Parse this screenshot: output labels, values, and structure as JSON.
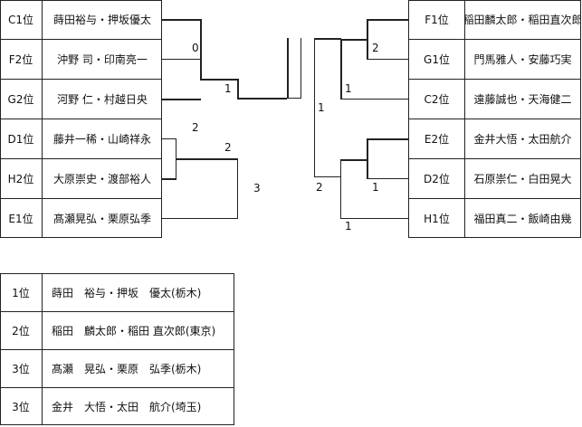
{
  "left_bracket": [
    {
      "seed": "C1位",
      "names": "蒔田裕与・押坂優太"
    },
    {
      "seed": "F2位",
      "names": "沖野 司・印南亮一"
    },
    {
      "seed": "G2位",
      "names": "河野 仁・村越日央"
    },
    {
      "seed": "D1位",
      "names": "藤井一稀・山崎祥永"
    },
    {
      "seed": "H2位",
      "names": "大原崇史・渡部裕人"
    },
    {
      "seed": "E1位",
      "names": "髙瀬晃弘・栗原弘季"
    }
  ],
  "right_bracket": [
    {
      "names": "稲田麟太郎・稲田直次郎",
      "seed": "F1位"
    },
    {
      "names": "門馬雅人・安藤巧実",
      "seed": "G1位"
    },
    {
      "names": "遠藤誠也・天海健二",
      "seed": "C2位"
    },
    {
      "names": "金井大悟・太田航介",
      "seed": "E2位"
    },
    {
      "names": "石原崇仁・白田晃大",
      "seed": "D2位"
    },
    {
      "names": "福田真二・飯崎由幾",
      "seed": "H1位"
    }
  ],
  "scores": {
    "l_r1_top": "0",
    "l_r1_bottom": "1",
    "l_r1b_top": "2",
    "l_r1b_bottom": "2",
    "l_sf_bottom": "3",
    "r_r1_top": "2",
    "r_r1_bottom": "1",
    "r_sf_top": "1",
    "r_r1b_top": "1",
    "r_r1b_bottom": "1",
    "r_sf_bottom": "2"
  },
  "results": [
    {
      "rank": "1位",
      "text": "蒔田　裕与・押坂　優太(栃木)"
    },
    {
      "rank": "2位",
      "text": "稲田　麟太郎・稲田 直次郎(東京)"
    },
    {
      "rank": "3位",
      "text": "髙瀬　晃弘・栗原　弘季(栃木)"
    },
    {
      "rank": "3位",
      "text": "金井　大悟・太田　航介(埼玉)"
    }
  ]
}
